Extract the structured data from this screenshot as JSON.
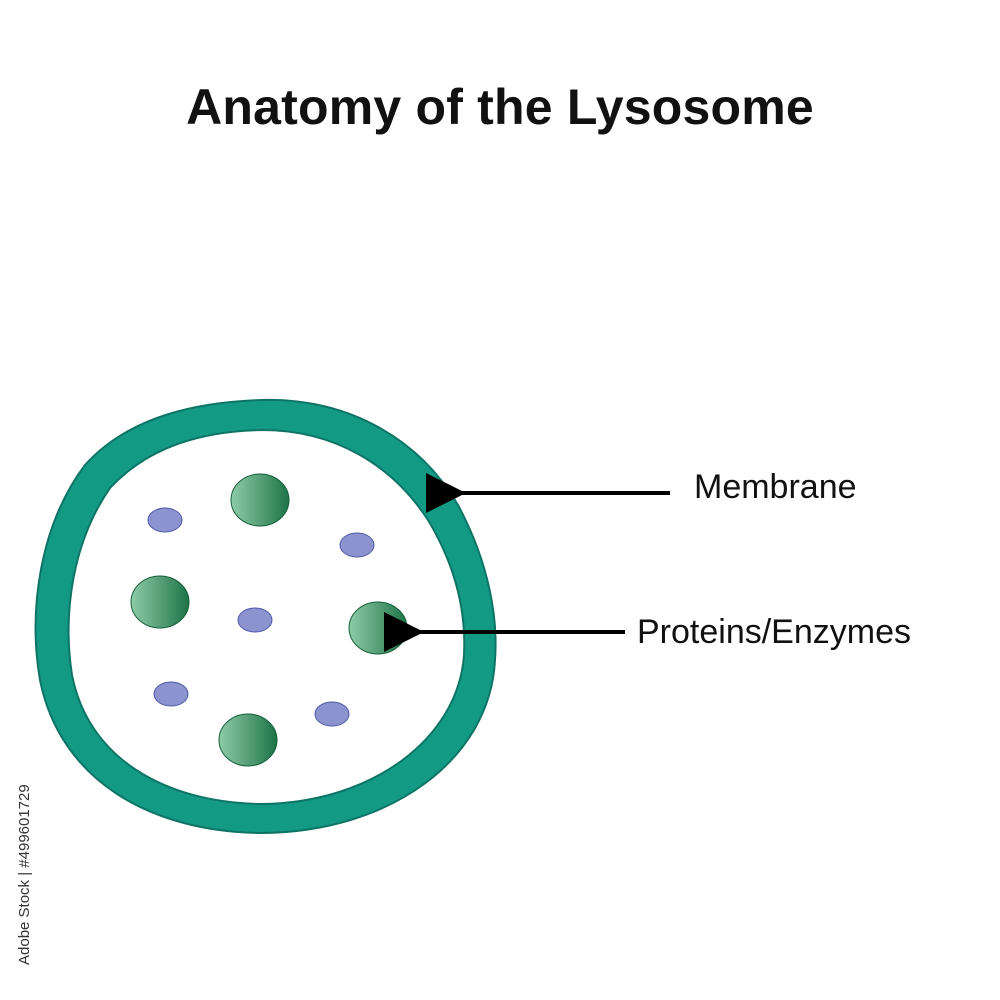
{
  "title": "Anatomy of the Lysosome",
  "labels": {
    "membrane": "Membrane",
    "proteins": "Proteins/Enzymes"
  },
  "side_credit": "Adobe Stock | #499601729",
  "colors": {
    "membrane": "#139A84",
    "membrane_outline": "#0E7566",
    "protein_light": "#8FCBA8",
    "protein_dark": "#1D7347",
    "enzyme_fill": "#8C93CF",
    "enzyme_outline": "#4E5AA8",
    "arrow": "#000000",
    "text": "#111111"
  }
}
